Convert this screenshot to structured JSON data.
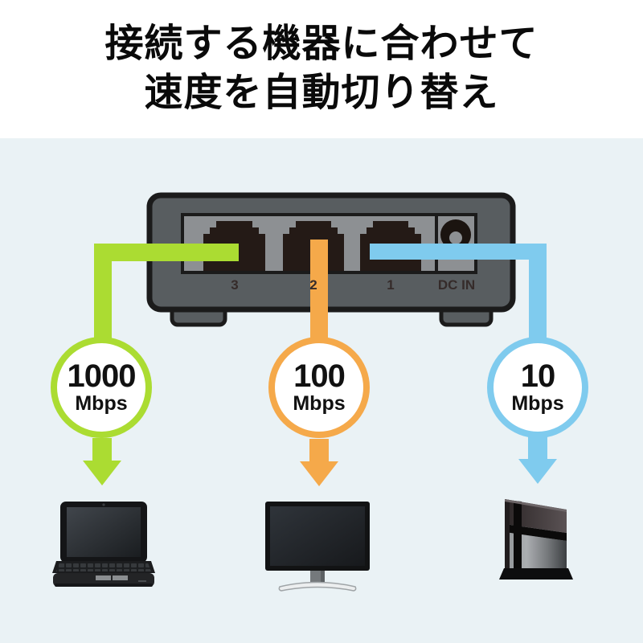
{
  "title": {
    "line1": "接続する機器に合わせて",
    "line2": "速度を自動切り替え"
  },
  "switch": {
    "name": "ethernet-switch-rear-panel",
    "port_labels": [
      "3",
      "2",
      "1"
    ],
    "dc_label": "DC IN"
  },
  "connections": [
    {
      "port": "3",
      "speed": "1000",
      "unit": "Mbps",
      "color": "#abdc32",
      "device": "laptop"
    },
    {
      "port": "2",
      "speed": "100",
      "unit": "Mbps",
      "color": "#f5a94a",
      "device": "desktop-monitor"
    },
    {
      "port": "1",
      "speed": "10",
      "unit": "Mbps",
      "color": "#7fcbee",
      "device": "game-console"
    }
  ],
  "colors": {
    "background": "#eaf2f5",
    "header_background": "#ffffff",
    "title_text": "#0a0a0a",
    "switch_body": "#585d60",
    "switch_panel": "#8d9093",
    "port_dark": "#241a16",
    "arrow_green": "#abdc32",
    "arrow_orange": "#f5a94a",
    "arrow_blue": "#7fcbee"
  }
}
